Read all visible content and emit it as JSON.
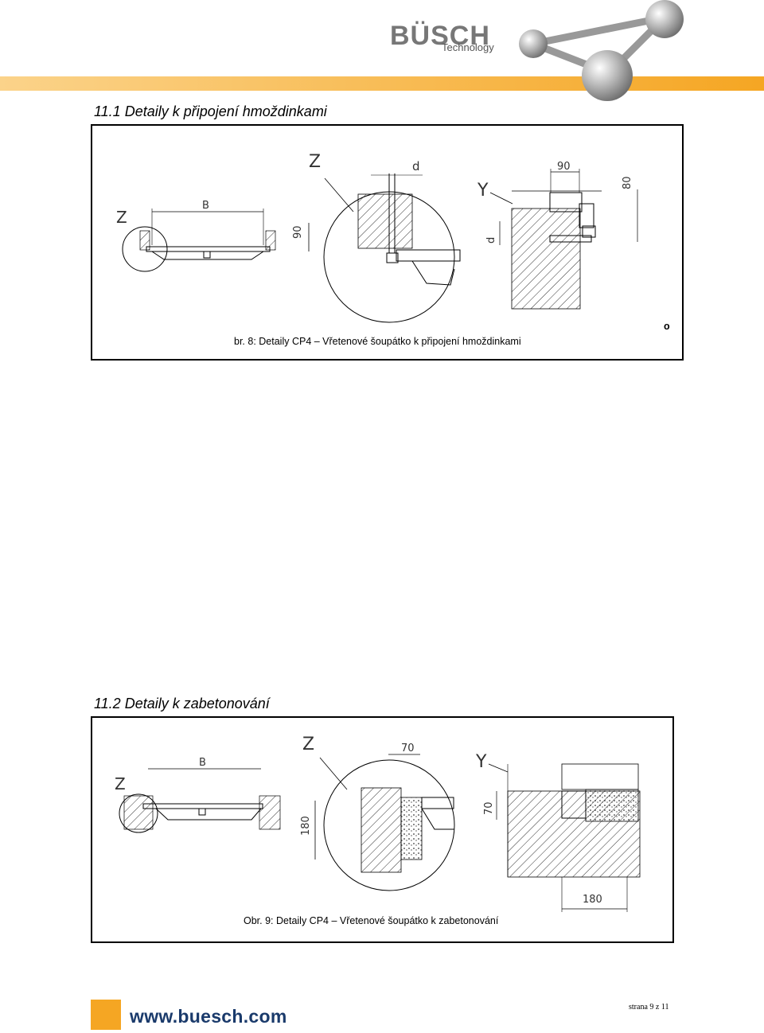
{
  "header": {
    "logo_main": "BÜSCH",
    "logo_sub": "Technology",
    "band_color": "#f5a623"
  },
  "section1": {
    "heading": "11.1 Detaily k připojení hmoždinkami",
    "caption": "br. 8: Detaily CP4 – Vřetenové šoupátko k připojení hmoždinkami",
    "corner_mark": "o",
    "labels": {
      "z_small": "Z",
      "b": "B",
      "h90": "90",
      "z_large": "Z",
      "d1": "d",
      "y": "Y",
      "w90": "90",
      "h80": "80",
      "d2": "d"
    }
  },
  "section2": {
    "heading": "11.2 Detaily k zabetonování",
    "caption": "Obr. 9: Detaily CP4 – Vřetenové šoupátko k zabetonování",
    "labels": {
      "z_small": "Z",
      "b": "B",
      "h180": "180",
      "z_large": "Z",
      "w70": "70",
      "y": "Y",
      "h70": "70",
      "w180": "180"
    }
  },
  "footer": {
    "url": "www.buesch.com",
    "page": "strana 9 z 11",
    "accent_color": "#f5a623"
  }
}
